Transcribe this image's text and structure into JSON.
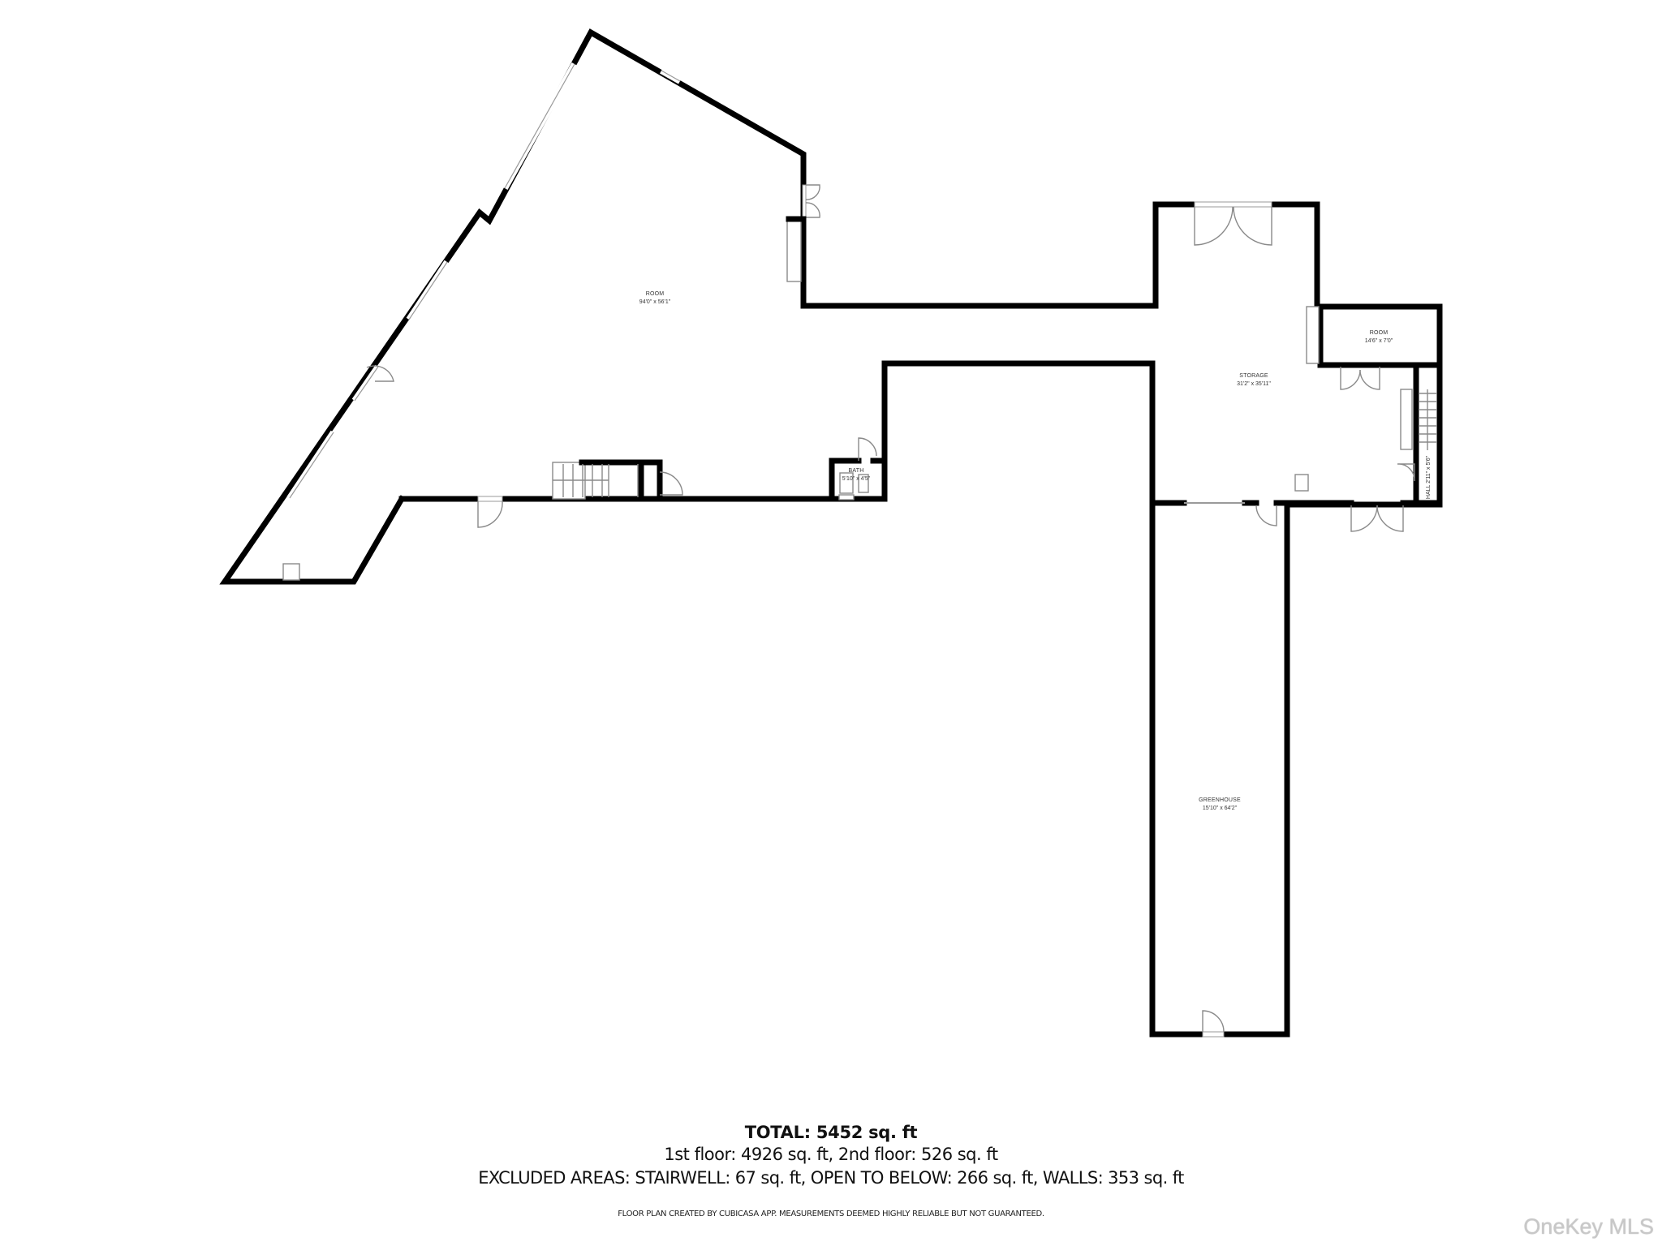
{
  "floor_plan": {
    "rooms": [
      {
        "id": "room-main",
        "name": "ROOM",
        "dimensions": "94'0\" x 56'1\""
      },
      {
        "id": "storage",
        "name": "STORAGE",
        "dimensions": "31'2\" x 35'11\""
      },
      {
        "id": "room-small",
        "name": "ROOM",
        "dimensions": "14'6\" x 7'0\""
      },
      {
        "id": "bath",
        "name": "BATH",
        "dimensions": "5'10\" x 4'5\""
      },
      {
        "id": "hall",
        "name": "HALL",
        "dimensions": "2'11\" x 5'6\""
      },
      {
        "id": "greenhouse",
        "name": "GREENHOUSE",
        "dimensions": "15'10\" x 64'2\""
      }
    ]
  },
  "summary": {
    "total": "TOTAL: 5452 sq. ft",
    "floors": "1st floor: 4926 sq. ft, 2nd floor: 526 sq. ft",
    "excluded": "EXCLUDED AREAS: STAIRWELL: 67 sq. ft, OPEN TO BELOW: 266 sq. ft, WALLS: 353 sq. ft",
    "disclaimer": "FLOOR PLAN CREATED BY CUBICASA APP. MEASUREMENTS DEEMED HIGHLY RELIABLE BUT NOT GUARANTEED."
  },
  "watermark": "OneKey MLS"
}
